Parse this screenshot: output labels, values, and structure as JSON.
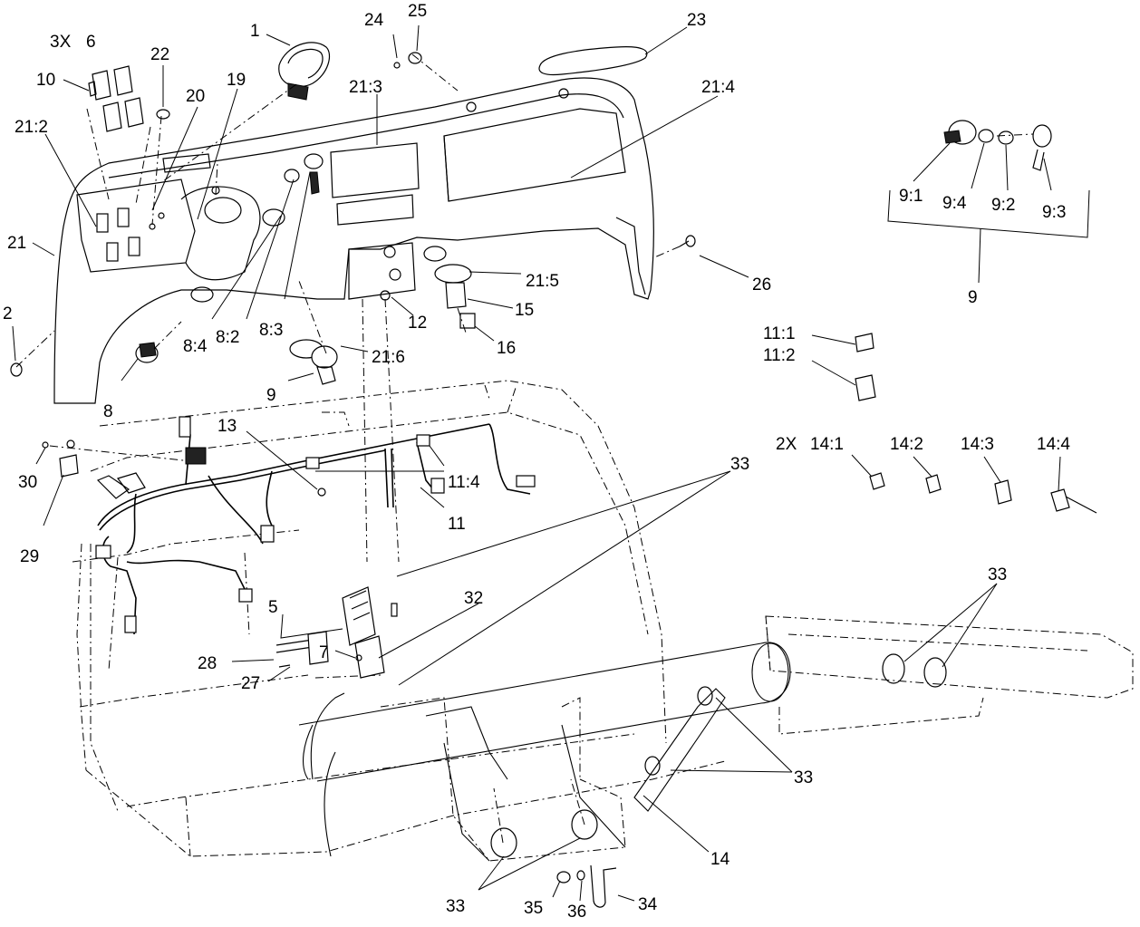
{
  "diagram": {
    "labels": {
      "l1": "1",
      "l2": "2",
      "l3x": "3X",
      "l5": "5",
      "l6": "6",
      "l7": "7",
      "l8": "8",
      "l8_2": "8:2",
      "l8_3": "8:3",
      "l8_4": "8:4",
      "l9": "9",
      "l9b": "9",
      "l9_1": "9:1",
      "l9_2": "9:2",
      "l9_3": "9:3",
      "l9_4": "9:4",
      "l10": "10",
      "l11": "11",
      "l11_1": "11:1",
      "l11_2": "11:2",
      "l11_4": "11:4",
      "l12": "12",
      "l13": "13",
      "l14": "14",
      "l2x": "2X",
      "l14_1": "14:1",
      "l14_2": "14:2",
      "l14_3": "14:3",
      "l14_4": "14:4",
      "l15": "15",
      "l16": "16",
      "l19": "19",
      "l20": "20",
      "l21": "21",
      "l21_2": "21:2",
      "l21_3": "21:3",
      "l21_4": "21:4",
      "l21_5": "21:5",
      "l21_6": "21:6",
      "l22": "22",
      "l23": "23",
      "l24": "24",
      "l25": "25",
      "l26": "26",
      "l27": "27",
      "l28": "28",
      "l29": "29",
      "l30": "30",
      "l32": "32",
      "l33a": "33",
      "l33b": "33",
      "l33c": "33",
      "l33d": "33",
      "l34": "34",
      "l35": "35",
      "l36": "36"
    }
  }
}
